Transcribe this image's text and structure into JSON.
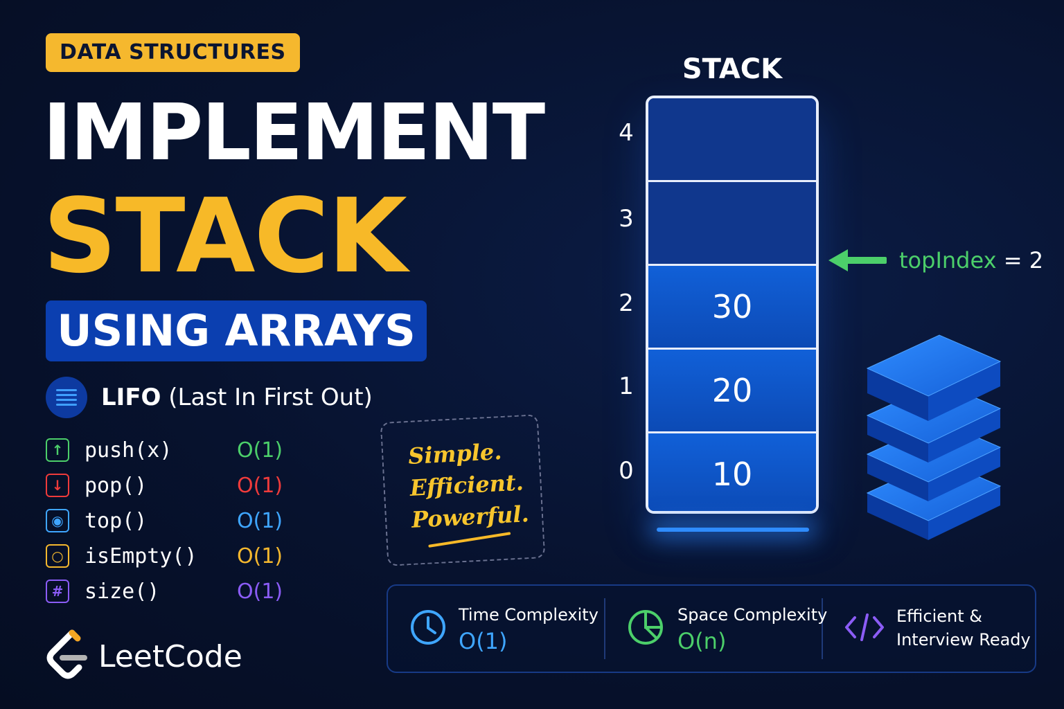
{
  "header": {
    "tag": "DATA STRUCTURES",
    "line1": "IMPLEMENT",
    "line2": "STACK",
    "line3": "USING ARRAYS"
  },
  "lifo": {
    "bold": "LIFO",
    "rest": " (Last In First Out)"
  },
  "operations": [
    {
      "icon": "up-arrow-icon",
      "symbol": "↑",
      "name": "push(x)",
      "complexity": "O(1)",
      "color": "#4ccf6a"
    },
    {
      "icon": "down-arrow-icon",
      "symbol": "↓",
      "name": "pop()",
      "complexity": "O(1)",
      "color": "#ef3b3b"
    },
    {
      "icon": "eye-icon",
      "symbol": "◉",
      "name": "top()",
      "complexity": "O(1)",
      "color": "#3fa6ff"
    },
    {
      "icon": "circle-icon",
      "symbol": "○",
      "name": "isEmpty()",
      "complexity": "O(1)",
      "color": "#f5b82e"
    },
    {
      "icon": "hash-icon",
      "symbol": "#",
      "name": "size()",
      "complexity": "O(1)",
      "color": "#8b5cf6"
    }
  ],
  "note": {
    "line1": "Simple.",
    "line2": "Efficient.",
    "line3": "Powerful."
  },
  "logo": {
    "text": "LeetCode"
  },
  "stack": {
    "title": "STACK",
    "indices": [
      "4",
      "3",
      "2",
      "1",
      "0"
    ],
    "cells": [
      "",
      "",
      "30",
      "20",
      "10"
    ],
    "top_label_name": "topIndex",
    "top_label_value": " = 2"
  },
  "info": {
    "time_title": "Time Complexity",
    "time_value": "O(1)",
    "space_title": "Space Complexity",
    "space_value": "O(n)",
    "ready_line1": "Efficient &",
    "ready_line2": "Interview Ready"
  },
  "colors": {
    "accent_yellow": "#f7b928",
    "accent_blue": "#0b3fb0",
    "accent_green": "#4ccf6a",
    "accent_purple": "#8b5cf6"
  }
}
